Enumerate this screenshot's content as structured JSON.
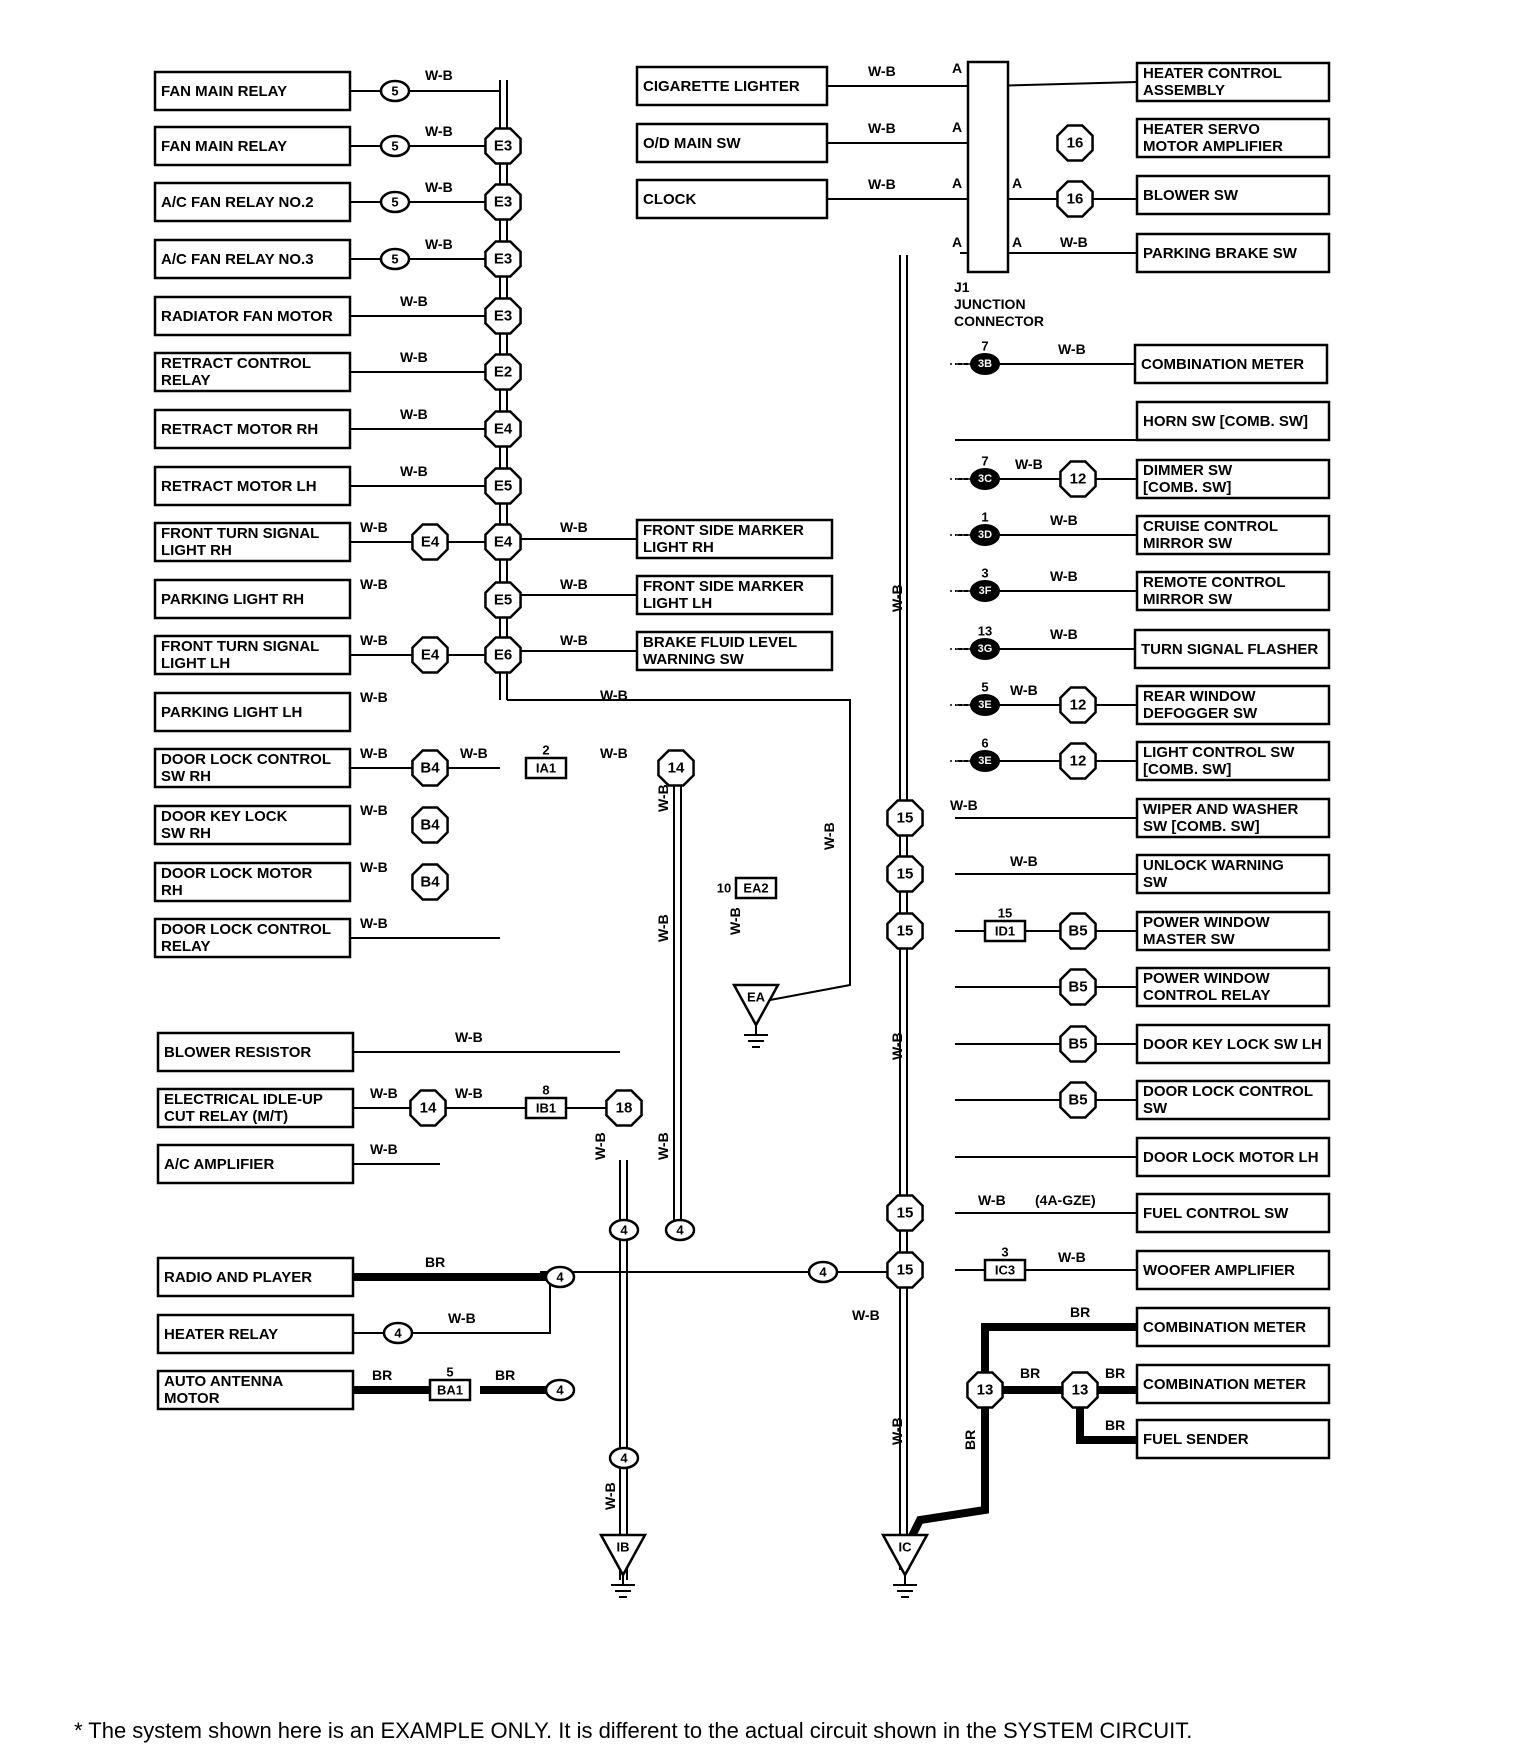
{
  "junction_connector": {
    "label": "J1",
    "line2": "JUNCTION",
    "line3": "CONNECTOR",
    "pin": "A"
  },
  "wire_colors": {
    "wb": "W-B",
    "br": "BR"
  },
  "notes": {
    "engine": "(4A-GZE)"
  },
  "components": [
    {
      "id": "fan-main-relay-1",
      "lines": [
        "FAN MAIN RELAY"
      ]
    },
    {
      "id": "fan-main-relay-2",
      "lines": [
        "FAN MAIN RELAY"
      ]
    },
    {
      "id": "ac-fan-relay-2",
      "lines": [
        "A/C FAN RELAY NO.2"
      ]
    },
    {
      "id": "ac-fan-relay-3",
      "lines": [
        "A/C FAN RELAY NO.3"
      ]
    },
    {
      "id": "radiator-fan-motor",
      "lines": [
        "RADIATOR FAN MOTOR"
      ]
    },
    {
      "id": "retract-control-relay",
      "lines": [
        "RETRACT CONTROL",
        "RELAY"
      ]
    },
    {
      "id": "retract-motor-rh",
      "lines": [
        "RETRACT MOTOR RH"
      ]
    },
    {
      "id": "retract-motor-lh",
      "lines": [
        "RETRACT MOTOR LH"
      ]
    },
    {
      "id": "front-turn-signal-rh",
      "lines": [
        "FRONT TURN SIGNAL",
        "LIGHT RH"
      ]
    },
    {
      "id": "parking-light-rh",
      "lines": [
        "PARKING LIGHT RH"
      ]
    },
    {
      "id": "front-turn-signal-lh",
      "lines": [
        "FRONT TURN SIGNAL",
        "LIGHT LH"
      ]
    },
    {
      "id": "parking-light-lh",
      "lines": [
        "PARKING LIGHT LH"
      ]
    },
    {
      "id": "door-lock-control-sw-rh",
      "lines": [
        "DOOR LOCK CONTROL",
        "SW RH"
      ]
    },
    {
      "id": "door-key-lock-sw-rh",
      "lines": [
        "DOOR KEY LOCK",
        "SW RH"
      ]
    },
    {
      "id": "door-lock-motor-rh",
      "lines": [
        "DOOR LOCK MOTOR",
        "RH"
      ]
    },
    {
      "id": "door-lock-control-relay",
      "lines": [
        "DOOR LOCK CONTROL",
        "RELAY"
      ]
    },
    {
      "id": "blower-resistor",
      "lines": [
        "BLOWER RESISTOR"
      ]
    },
    {
      "id": "electrical-idle-up",
      "lines": [
        "ELECTRICAL IDLE-UP",
        "CUT RELAY (M/T)"
      ]
    },
    {
      "id": "ac-amplifier",
      "lines": [
        "A/C AMPLIFIER"
      ]
    },
    {
      "id": "radio-and-player",
      "lines": [
        "RADIO AND PLAYER"
      ]
    },
    {
      "id": "heater-relay",
      "lines": [
        "HEATER RELAY"
      ]
    },
    {
      "id": "auto-antenna-motor",
      "lines": [
        "AUTO ANTENNA",
        "MOTOR"
      ]
    },
    {
      "id": "cigarette-lighter",
      "lines": [
        "CIGARETTE LIGHTER"
      ]
    },
    {
      "id": "od-main-sw",
      "lines": [
        "O/D MAIN SW"
      ]
    },
    {
      "id": "clock",
      "lines": [
        "CLOCK"
      ]
    },
    {
      "id": "front-side-marker-rh",
      "lines": [
        "FRONT SIDE MARKER",
        "LIGHT RH"
      ]
    },
    {
      "id": "front-side-marker-lh",
      "lines": [
        "FRONT SIDE MARKER",
        "LIGHT LH"
      ]
    },
    {
      "id": "brake-fluid-level",
      "lines": [
        "BRAKE FLUID LEVEL",
        "WARNING SW"
      ]
    },
    {
      "id": "heater-control-assembly",
      "lines": [
        "HEATER CONTROL",
        "ASSEMBLY"
      ]
    },
    {
      "id": "heater-servo-motor",
      "lines": [
        "HEATER SERVO",
        "MOTOR AMPLIFIER"
      ]
    },
    {
      "id": "blower-sw",
      "lines": [
        "BLOWER SW"
      ]
    },
    {
      "id": "parking-brake-sw",
      "lines": [
        "PARKING BRAKE SW"
      ]
    },
    {
      "id": "combination-meter-1",
      "lines": [
        "COMBINATION METER"
      ]
    },
    {
      "id": "horn-sw",
      "lines": [
        "HORN SW [COMB. SW]"
      ]
    },
    {
      "id": "dimmer-sw",
      "lines": [
        "DIMMER SW",
        "[COMB. SW]"
      ]
    },
    {
      "id": "cruise-control-mirror-sw",
      "lines": [
        "CRUISE CONTROL",
        "MIRROR SW"
      ]
    },
    {
      "id": "remote-control-mirror-sw",
      "lines": [
        "REMOTE CONTROL",
        "MIRROR SW"
      ]
    },
    {
      "id": "turn-signal-flasher",
      "lines": [
        "TURN SIGNAL FLASHER"
      ]
    },
    {
      "id": "rear-window-defogger",
      "lines": [
        "REAR WINDOW",
        "DEFOGGER SW"
      ]
    },
    {
      "id": "light-control-sw",
      "lines": [
        "LIGHT CONTROL SW",
        "[COMB. SW]"
      ]
    },
    {
      "id": "wiper-washer-sw",
      "lines": [
        "WIPER AND WASHER",
        "SW [COMB. SW]"
      ]
    },
    {
      "id": "unlock-warning-sw",
      "lines": [
        "UNLOCK WARNING",
        "SW"
      ]
    },
    {
      "id": "power-window-master",
      "lines": [
        "POWER WINDOW",
        "MASTER SW"
      ]
    },
    {
      "id": "power-window-relay",
      "lines": [
        "POWER WINDOW",
        "CONTROL RELAY"
      ]
    },
    {
      "id": "door-key-lock-sw-lh",
      "lines": [
        "DOOR KEY LOCK SW LH"
      ]
    },
    {
      "id": "door-lock-control-sw",
      "lines": [
        "DOOR LOCK CONTROL",
        "SW"
      ]
    },
    {
      "id": "door-lock-motor-lh",
      "lines": [
        "DOOR LOCK MOTOR LH"
      ]
    },
    {
      "id": "fuel-control-sw",
      "lines": [
        "FUEL CONTROL SW"
      ]
    },
    {
      "id": "woofer-amplifier",
      "lines": [
        "WOOFER AMPLIFIER"
      ]
    },
    {
      "id": "combination-meter-2",
      "lines": [
        "COMBINATION METER"
      ]
    },
    {
      "id": "combination-meter-3",
      "lines": [
        "COMBINATION METER"
      ]
    },
    {
      "id": "fuel-sender",
      "lines": [
        "FUEL SENDER"
      ]
    }
  ],
  "connectors": [
    {
      "id": "ia1",
      "label": "IA1",
      "pin": "2"
    },
    {
      "id": "ea2",
      "label": "EA2",
      "pin": "10"
    },
    {
      "id": "ib1",
      "label": "IB1",
      "pin": "8"
    },
    {
      "id": "ba1",
      "label": "BA1",
      "pin": "5"
    },
    {
      "id": "id1",
      "label": "ID1",
      "pin": "15"
    },
    {
      "id": "ic3",
      "label": "IC3",
      "pin": "3"
    }
  ],
  "grounds": [
    {
      "id": "ea",
      "label": "EA"
    },
    {
      "id": "ib",
      "label": "IB"
    },
    {
      "id": "ic",
      "label": "IC"
    }
  ],
  "pin_labels": [
    {
      "id": "3b",
      "label": "3B",
      "pin": "7"
    },
    {
      "id": "3c",
      "label": "3C",
      "pin": "7"
    },
    {
      "id": "3d",
      "label": "3D",
      "pin": "1"
    },
    {
      "id": "3f",
      "label": "3F",
      "pin": "3"
    },
    {
      "id": "3g",
      "label": "3G",
      "pin": "13"
    },
    {
      "id": "3e1",
      "label": "3E",
      "pin": "5"
    },
    {
      "id": "3e2",
      "label": "3E",
      "pin": "6"
    }
  ],
  "footer": "*    The system shown here is an EXAMPLE ONLY. It is different to the actual circuit shown in the SYSTEM CIRCUIT."
}
